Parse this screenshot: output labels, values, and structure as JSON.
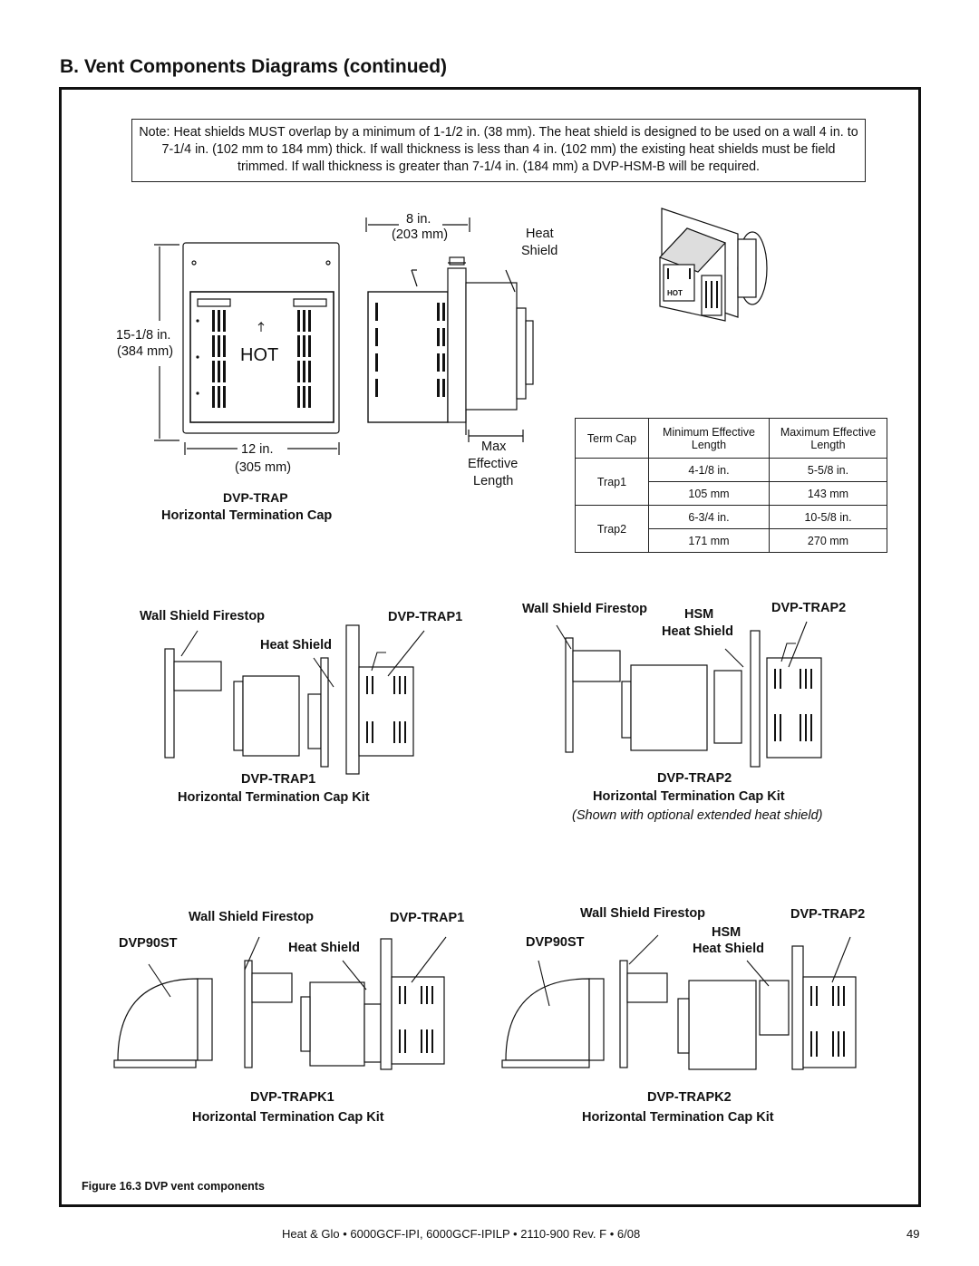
{
  "page": {
    "section_title": "B. Vent Components Diagrams (continued)",
    "note": "Note: Heat shields MUST overlap by a minimum of 1-1/2 in. (38 mm). The heat shield is designed to be used on a wall 4 in. to 7-1/4 in. (102 mm to 184 mm) thick. If wall thickness is less than 4 in. (102 mm) the existing heat shields must be field trimmed. If wall thickness is greater than 7-1/4 in. (184 mm) a DVP-HSM-B will be required.",
    "figure_caption": "Figure 16.3  DVP vent components",
    "footer_text": "Heat & Glo  •  6000GCF-IPI, 6000GCF-IPILP  •  2110-900  Rev. F  •  6/08",
    "page_number": "49"
  },
  "dvp_trap": {
    "height_in": "15-1/8 in.",
    "height_mm": "(384 mm)",
    "width_in": "12 in.",
    "width_mm": "(305 mm)",
    "hot_label": "HOT",
    "side_depth_in": "8 in.",
    "side_depth_mm": "(203 mm)",
    "heat_shield_line1": "Heat",
    "heat_shield_line2": "Shield",
    "max_line1": "Max",
    "max_line2": "Effective",
    "max_line3": "Length",
    "model": "DVP-TRAP",
    "title": "Horizontal Termination Cap"
  },
  "spec_table": {
    "headers": [
      "Term Cap",
      "Minimum Effective Length",
      "Maximum Effective Length"
    ],
    "rows": [
      {
        "name": "Trap1",
        "min_in": "4-1/8 in.",
        "max_in": "5-5/8 in.",
        "min_mm": "105 mm",
        "max_mm": "143 mm"
      },
      {
        "name": "Trap2",
        "min_in": "6-3/4 in.",
        "max_in": "10-5/8 in.",
        "min_mm": "171 mm",
        "max_mm": "270 mm"
      }
    ]
  },
  "kit1": {
    "firestop": "Wall Shield Firestop",
    "cap": "DVP-TRAP1",
    "heat_shield": "Heat Shield",
    "model": "DVP-TRAP1",
    "title": "Horizontal Termination Cap Kit"
  },
  "kit2": {
    "firestop": "Wall Shield Firestop",
    "hsm": "HSM",
    "cap": "DVP-TRAP2",
    "heat_shield": "Heat Shield",
    "model": "DVP-TRAP2",
    "title": "Horizontal Termination Cap Kit",
    "note": "(Shown with optional extended heat shield)"
  },
  "kitk1": {
    "firestop": "Wall Shield Firestop",
    "cap": "DVP-TRAP1",
    "elbow": "DVP90ST",
    "heat_shield": "Heat Shield",
    "model": "DVP-TRAPK1",
    "title": "Horizontal Termination Cap Kit"
  },
  "kitk2": {
    "firestop": "Wall Shield Firestop",
    "cap": "DVP-TRAP2",
    "elbow": "DVP90ST",
    "hsm": "HSM",
    "heat_shield": "Heat Shield",
    "model": "DVP-TRAPK2",
    "title": "Horizontal Termination Cap Kit"
  }
}
